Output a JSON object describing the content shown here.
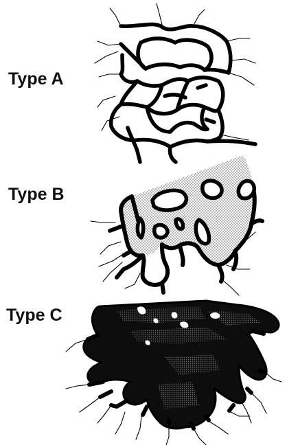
{
  "labels": {
    "type_a": "Type A",
    "type_b": "Type B",
    "type_c": "Type C"
  },
  "colors": {
    "ink": "#000000",
    "stipple": "#bdbdbd",
    "background": "#ffffff"
  }
}
